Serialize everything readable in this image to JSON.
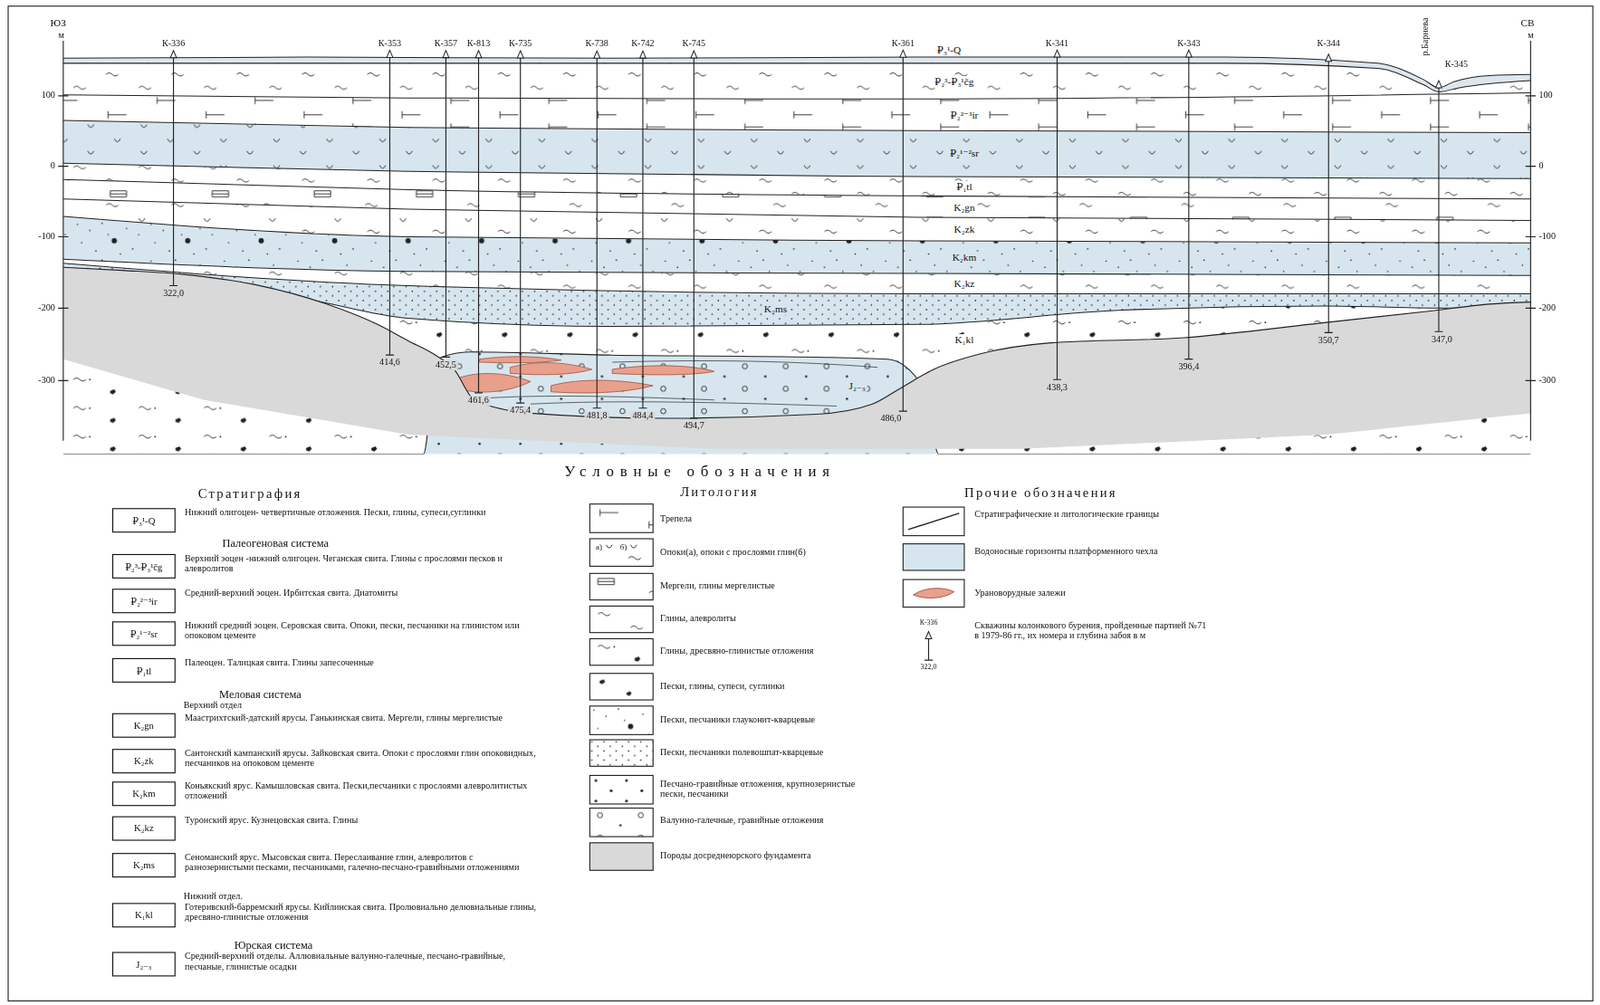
{
  "diagram": {
    "nodes": [
      {
        "text": [
          "₽₃¹-Q",
          "Нижний олигоцен- четвертичные отложения. Пески, глины, супеси,суглинки"
        ]
      },
      {
        "text": [
          "₽₂³-₽₃¹čg",
          "Верхний эоцен -нижний олигоцен. Чеганская свита. Глины с прослоями песков и алевролитов"
        ]
      },
      {
        "text": [
          "₽₂²⁻³ir",
          "Средний-верхний эоцен. Ирбитская свита. Диатомиты"
        ]
      },
      {
        "text": [
          "₽₂¹⁻²sr",
          "Нижний средний эоцен. Серовская свита. Опоки, пески, песчаники на глинистом или опоковом цементе"
        ]
      },
      {
        "text": [
          "₽₁tl",
          "Палеоцен. Талицкая свита. Глины запесоченные"
        ]
      },
      {
        "text": [
          "K₂gn",
          "Маастрихтский-датский ярусы. Ганькинская свита. Мергели, глины мергелистые"
        ]
      },
      {
        "text": [
          "K₂zk",
          "Сантонский кампанский ярусы. Зайковская свита. Опоки с прослоями глин опоковидных, песчаников на опоковом цементе"
        ]
      },
      {
        "text": [
          "K₂km",
          "Коньякский ярус. Камышловская свита. Пески,песчаники с прослоями алевролитистых отложений"
        ]
      },
      {
        "text": [
          "K₂kz",
          "Туронский ярус. Кузнецовская свита. Глины"
        ]
      },
      {
        "text": [
          "K₂ms",
          "Сеноманский ярус. Мысовская свита. Переслаивание глин, алевролитов с разнозернистыми песками, песчаниками, галечно-песчано-гравийными отложениями"
        ]
      },
      {
        "text": [
          "K₁kl",
          "Готеривский-барремский ярусы. Кийлинская свита. Пролювиально делювиальные глины, дресвяно-глинистые отложения"
        ]
      },
      {
        "text": [
          "J₂₋₃",
          "Средний-верхний отделы. Аллювиальные валунно-галечные, песчано-гравийные, песчаные, глинистые осадки"
        ]
      }
    ],
    "labels": [
      "ЮЗ",
      "м",
      "СВ",
      "м",
      "100",
      "0",
      "-100",
      "-200",
      "-300",
      "100",
      "0",
      "-100",
      "-200",
      "-300",
      "р.Барнева",
      "К-336",
      "322,0",
      "К-353",
      "414,6",
      "К-357",
      "452,5",
      "К-813",
      "461,6",
      "К-735",
      "475,4",
      "К-738",
      "481,8",
      "К-742",
      "484,4",
      "К-745",
      "494,7",
      "К-361",
      "486,0",
      "К-341",
      "438,3",
      "К-343",
      "396,4",
      "К-344",
      "350,7",
      "К-345",
      "347,0",
      "₽₃¹-Q",
      "₽₂³-₽₃¹čg",
      "₽₂²⁻³ir",
      "₽₂¹⁻²sr",
      "₽₁tl",
      "K₂gn",
      "K₂zk",
      "K₂km",
      "K₂kz",
      "K₂ms",
      "K₁kl",
      "J₂₋₃",
      "Условные обозначения",
      "Стратиграфия",
      "Литология",
      "Прочие обозначения",
      "Палеогеновая система",
      "Меловая система",
      "Верхний отдел",
      "Нижний отдел.",
      "Юрская система",
      "а)",
      "б)",
      "К-336",
      "322,0"
    ],
    "legend": [
      {
        "text": "Трепела"
      },
      {
        "text": "Опоки(а), опоки с прослоями глин(б)"
      },
      {
        "text": "Мергели, глины мергелистые"
      },
      {
        "text": "Глины, алевролиты"
      },
      {
        "text": "Глины, дресвяно-глинистые отложения"
      },
      {
        "text": "Пески, глины, супеси, суглинки"
      },
      {
        "text": "Пески, песчаники глауконит-кварцевые"
      },
      {
        "text": "Пески, песчаники полевошпат-кварцевые"
      },
      {
        "text": "Песчано-гравийные отложения, крупнозернистые пески, песчаники"
      },
      {
        "text": "Валунно-галечные, гравийные отложения"
      },
      {
        "text": "Породы досреднеюрского фундамента",
        "color": "#d9d9d9"
      },
      {
        "text": "Стратиграфические и литологические границы"
      },
      {
        "text": "Водоносные горизонты платформенного чехла",
        "color": "#d7e6ee"
      },
      {
        "text": "Урановорудные залежи"
      },
      {
        "text": "Скважины колонкового бурения, пройденные партией №71 в 1979-86 гг., их номера и глубина забоя в м"
      }
    ]
  }
}
